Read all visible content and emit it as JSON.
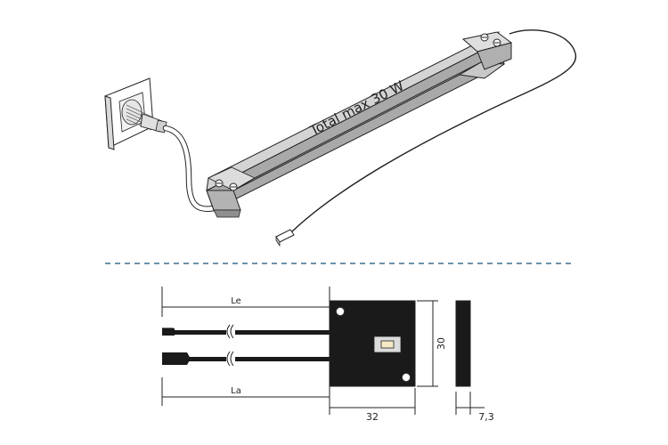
{
  "driver": {
    "label": "Total max 30  W"
  },
  "drawing": {
    "dim_le": "Le",
    "dim_la": "La",
    "dim_height": "30",
    "dim_width": "32",
    "dim_depth": "7,3"
  },
  "colors": {
    "driver_body": "#bfbfbf",
    "driver_top": "#d4d4d4",
    "module": "#1a1a1a",
    "separator": "#3d6f91",
    "line": "#222222"
  }
}
